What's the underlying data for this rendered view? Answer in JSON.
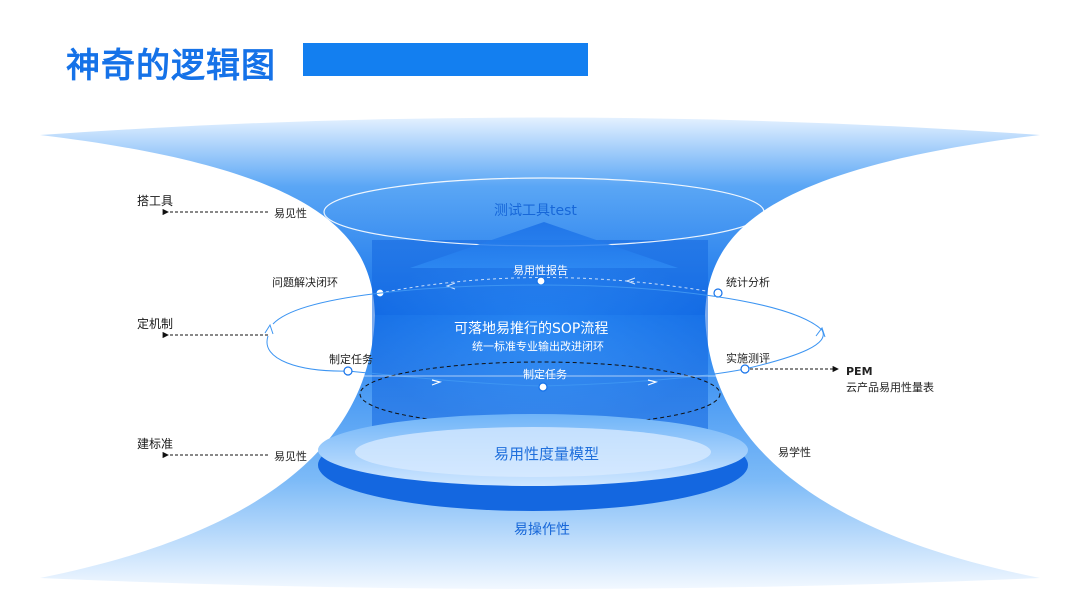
{
  "title": "神奇的逻辑图",
  "colors": {
    "accent": "#137ff0",
    "title": "#1572e8",
    "light": "#cfe6ff"
  },
  "top_label": "测试工具test",
  "report_label": "易用性报告",
  "center_title": "可落地易推行的SOP流程",
  "center_sub": "统一标准专业输出改进闭环",
  "center_task": "制定任务",
  "model_label": "易用性度量模型",
  "bottom_label": "易操作性",
  "left": {
    "tool": "搭工具",
    "mechanism": "定机制",
    "standard": "建标准",
    "visibility_top": "易见性",
    "loop": "问题解决闭环",
    "task": "制定任务",
    "visibility_bottom": "易见性"
  },
  "right": {
    "analysis": "统计分析",
    "implement": "实施测评",
    "pem": "PEM",
    "pem_desc": "云产品易用性量表",
    "learnability": "易学性"
  }
}
